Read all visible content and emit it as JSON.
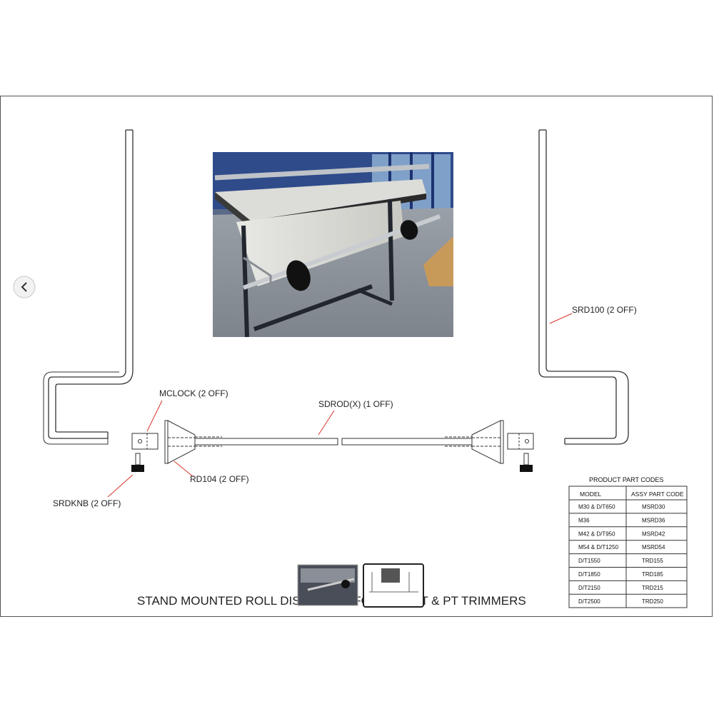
{
  "viewer": {
    "prev_icon": "chevron-left-icon",
    "thumbnails": [
      {
        "name": "product-photo-thumbnail",
        "selected": false
      },
      {
        "name": "diagram-thumbnail",
        "selected": true
      }
    ]
  },
  "diagram": {
    "title": "STAND MOUNTED ROLL DISPENSER FOR M, T, DT & PT TRIMMERS",
    "labels": {
      "srd100": "SRD100 (2 OFF)",
      "mclock": "MCLOCK (2 OFF)",
      "sdrod": "SDROD(X) (1 OFF)",
      "rd104": "RD104 (2 OFF)",
      "srdknb": "SRDKNB (2 OFF)"
    }
  },
  "part_codes": {
    "caption": "PRODUCT PART CODES",
    "headers": [
      "MODEL",
      "ASSY PART CODE"
    ],
    "rows": [
      [
        "M30 & D/T650",
        "MSRD30"
      ],
      [
        "M36",
        "MSRD36"
      ],
      [
        "M42 & D/T950",
        "MSRD42"
      ],
      [
        "M54 & D/T1250",
        "MSRD54"
      ],
      [
        "D/T1550",
        "TRD155"
      ],
      [
        "D/T1850",
        "TRD185"
      ],
      [
        "D/T2150",
        "TRD215"
      ],
      [
        "D/T2500",
        "TRD250"
      ]
    ]
  },
  "colors": {
    "callout": "#d9342b",
    "line": "#333333",
    "frame": "#555555"
  }
}
